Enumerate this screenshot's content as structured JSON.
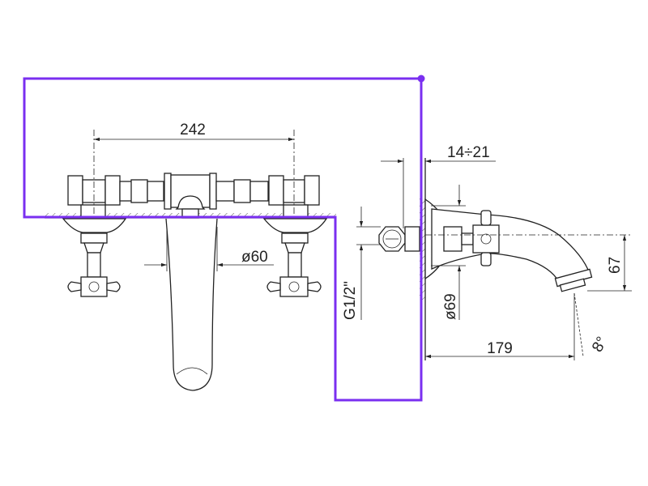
{
  "drawing": {
    "front_view": {
      "dim_spacing": "242",
      "dim_spout_diameter": "ø60"
    },
    "side_view": {
      "dim_connection": "G1/2\"",
      "dim_wall_depth": "14÷21",
      "dim_flange_diameter": "ø69",
      "dim_height": "67",
      "dim_projection": "179",
      "dim_angle": "8°"
    }
  },
  "overlay": {
    "color": "#7a2ff0"
  }
}
